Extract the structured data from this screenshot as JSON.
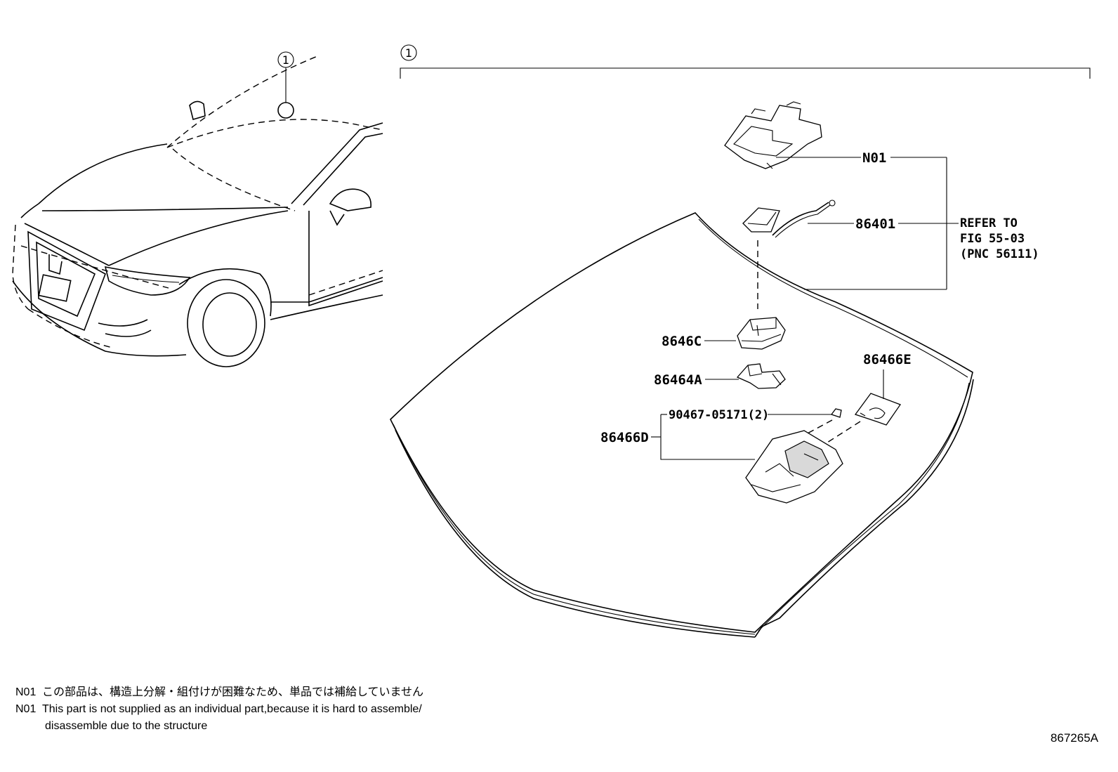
{
  "callouts": {
    "car_ref": "1",
    "bracket_ref": "1"
  },
  "labels": {
    "n01": "N01",
    "p86401": "86401",
    "refer_line1": "REFER TO",
    "refer_line2": "FIG 55-03",
    "refer_line3": "(PNC 56111)",
    "p8646c": "8646C",
    "p86464a": "86464A",
    "p86466e": "86466E",
    "p90467": "90467-05171(2)",
    "p86466d": "86466D"
  },
  "notes": [
    {
      "code": "N01",
      "text": "この部品は、構造上分解・組付けが困難なため、単品では補給していません"
    },
    {
      "code": "N01",
      "text": "This part is not supplied as an individual part,because it is hard to assemble/"
    },
    {
      "code": "",
      "text": "disassemble due to the structure"
    }
  ],
  "figure_code": "867265A"
}
